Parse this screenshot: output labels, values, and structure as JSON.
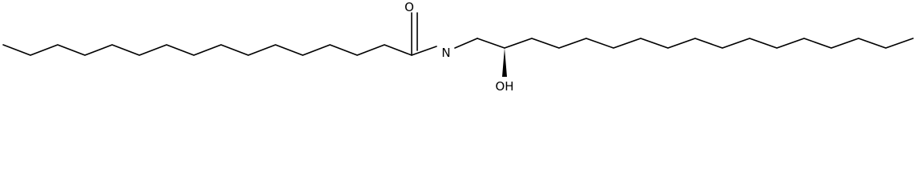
{
  "molecule": {
    "atom_labels": {
      "oxygen": "O",
      "nitrogen": "N",
      "hydroxyl": "OH"
    },
    "stereo_bond": "wedge",
    "line_color": "#000000",
    "background_color": "#ffffff"
  }
}
